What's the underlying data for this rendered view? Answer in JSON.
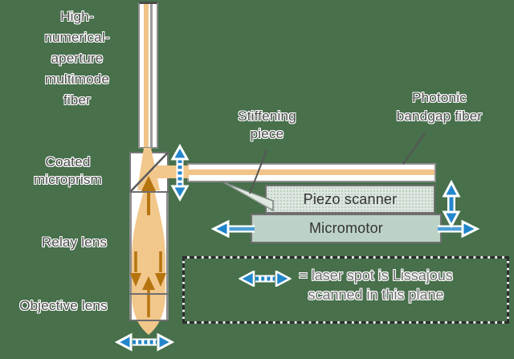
{
  "background_color": "#47704b",
  "colors": {
    "beam_orange": "#f2c78b",
    "fiber_core_orange": "#f0c488",
    "arrow_dark_orange": "#b5740e",
    "arrow_blue": "#2386cb",
    "box_border_gray": "#6f6f6f",
    "piezo_fill": "#dde7e0",
    "micromotor_fill": "#bdd2c6",
    "label_text_gray": "#4c4c4c"
  },
  "labels": {
    "high_na_fiber": {
      "lines": [
        "High-",
        "numerical-",
        "aperture",
        "multimode",
        "fiber"
      ]
    },
    "coated_microprism": {
      "lines": [
        "Coated",
        "microprism"
      ]
    },
    "relay_lens": "Relay lens",
    "objective_lens": "Objective lens",
    "stiffening_piece": {
      "lines": [
        "Stiffening",
        "piece"
      ]
    },
    "photonic_bandgap_fiber": {
      "lines": [
        "Photonic",
        "bandgap fiber"
      ]
    }
  },
  "components": {
    "piezo_scanner": "Piezo scanner",
    "micromotor": "Micromotor"
  },
  "legend": {
    "lines": [
      "= laser spot is Lissajous",
      "scanned in this plane"
    ]
  },
  "icons": {
    "lissajous_arrow": "blue-dashed-double-headed-arrow",
    "motion_arrow": "blue-solid-double-headed-arrow"
  }
}
